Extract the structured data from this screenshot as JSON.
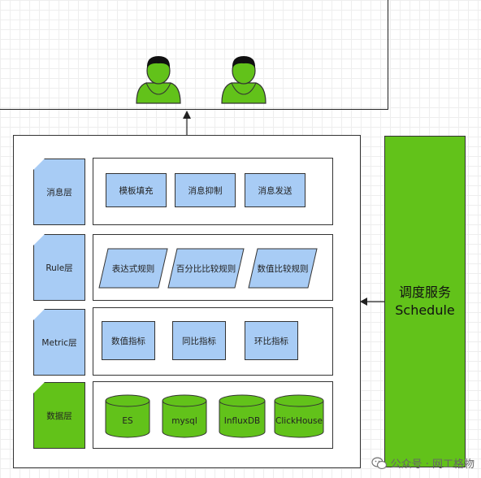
{
  "layers": [
    {
      "label": "消息层",
      "nodes": [
        "模板填充",
        "消息抑制",
        "消息发送"
      ]
    },
    {
      "label": "Rule层",
      "nodes": [
        "表达式规则",
        "百分比比较规则",
        "数值比较规则"
      ]
    },
    {
      "label": "Metric层",
      "nodes": [
        "数值指标",
        "同比指标",
        "环比指标"
      ]
    },
    {
      "label": "数据层",
      "nodes": [
        "ES",
        "mysql",
        "InfluxDB",
        "ClickHouse"
      ]
    }
  ],
  "schedule": {
    "line1": "调度服务",
    "line2": "Schedule"
  },
  "watermark": "公众号 · 网工格物",
  "colors": {
    "blue": "#a8ccf5",
    "green": "#62c21a",
    "stroke": "#333333"
  },
  "icons": [
    "user-icon",
    "user-icon",
    "wechat-icon"
  ]
}
